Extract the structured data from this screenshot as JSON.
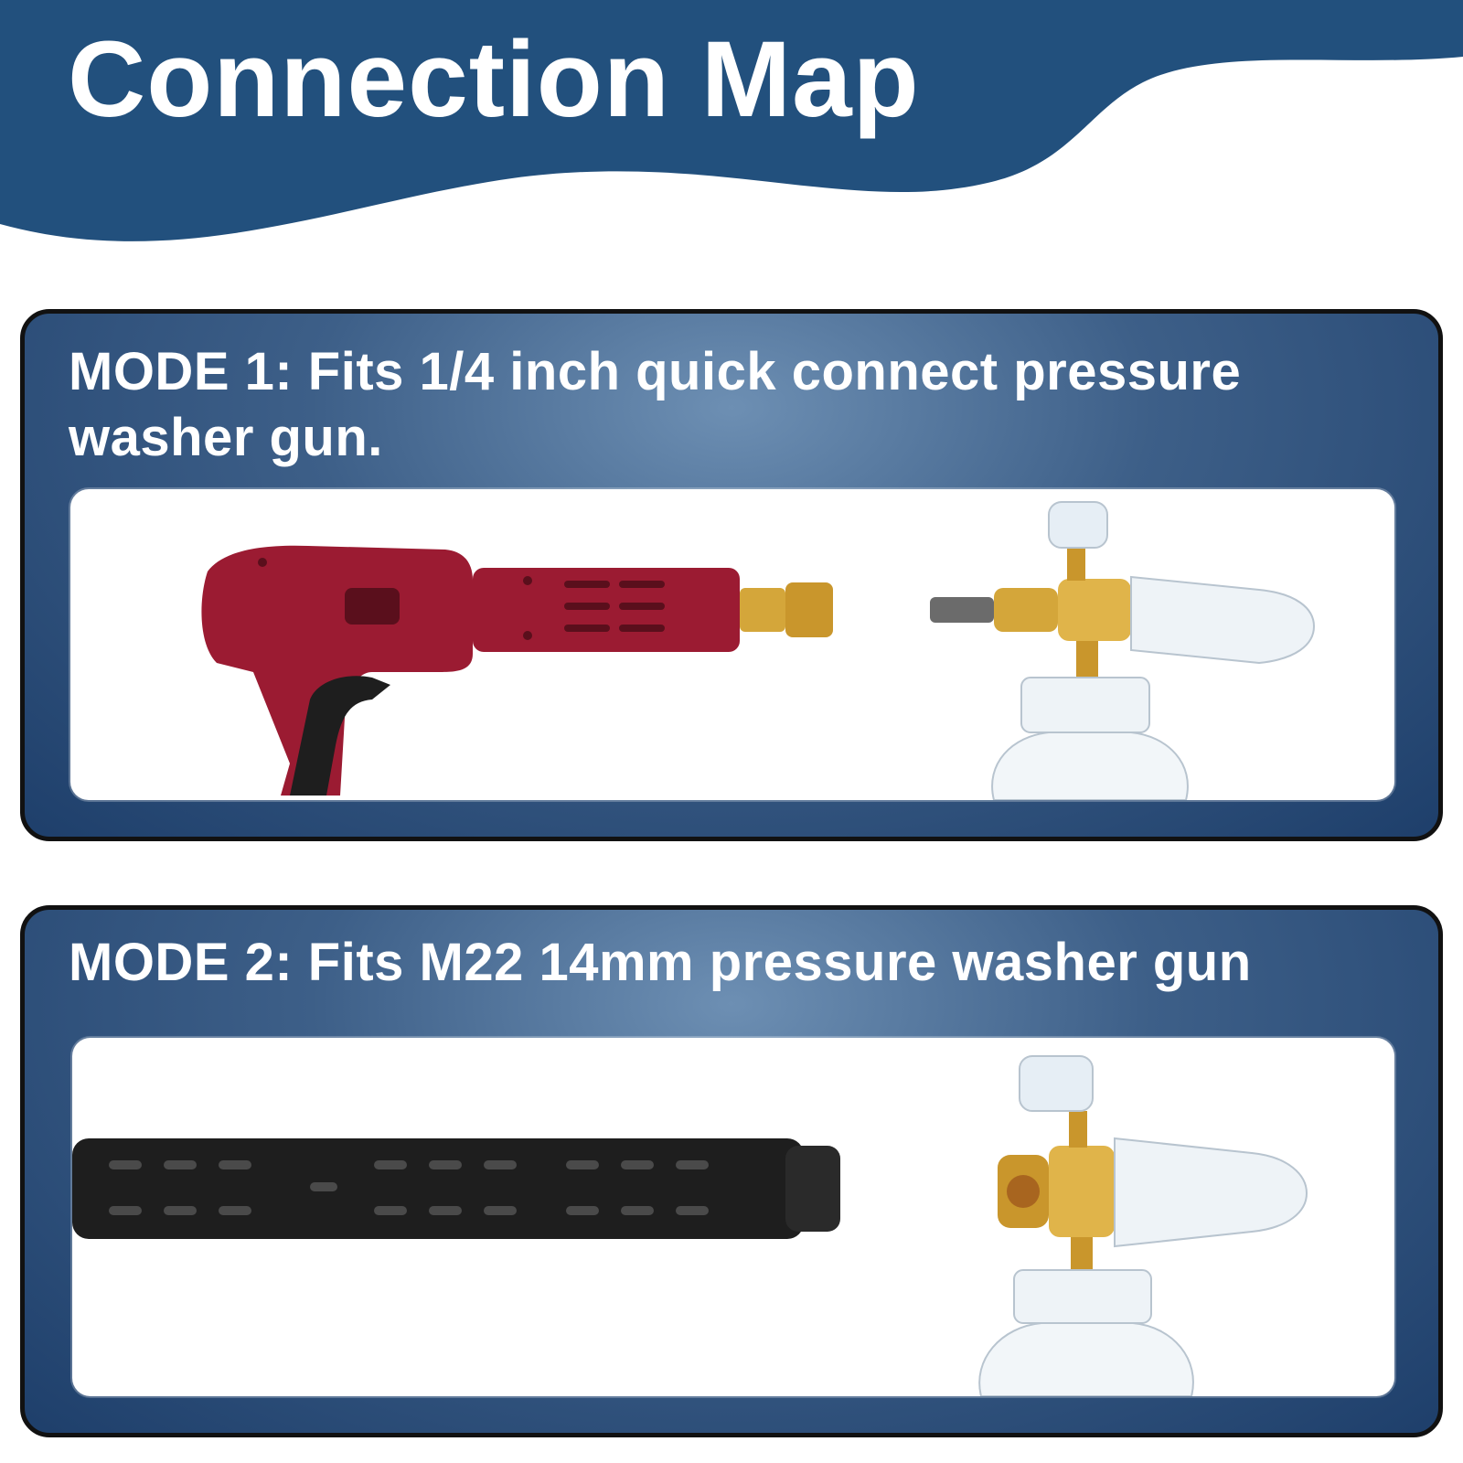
{
  "header": {
    "title": "Connection Map",
    "banner_color": "#22507d"
  },
  "modes": [
    {
      "caption": "MODE 1: Fits 1/4 inch quick connect pressure washer gun.",
      "gun_color": "#9b1b32",
      "gun_icon": "red-pressure-washer-gun",
      "adapter_icon": "foam-cannon-quick-connect-plug"
    },
    {
      "caption": "MODE 2: Fits M22 14mm pressure washer gun",
      "wand_color": "#1e1e1e",
      "gun_icon": "black-pressure-washer-wand",
      "adapter_icon": "foam-cannon-m22-thread"
    }
  ],
  "colors": {
    "panel_dark": "#1e3f6b",
    "panel_light": "#6d8fb3",
    "brass": "#d4a63a",
    "text": "#ffffff"
  }
}
